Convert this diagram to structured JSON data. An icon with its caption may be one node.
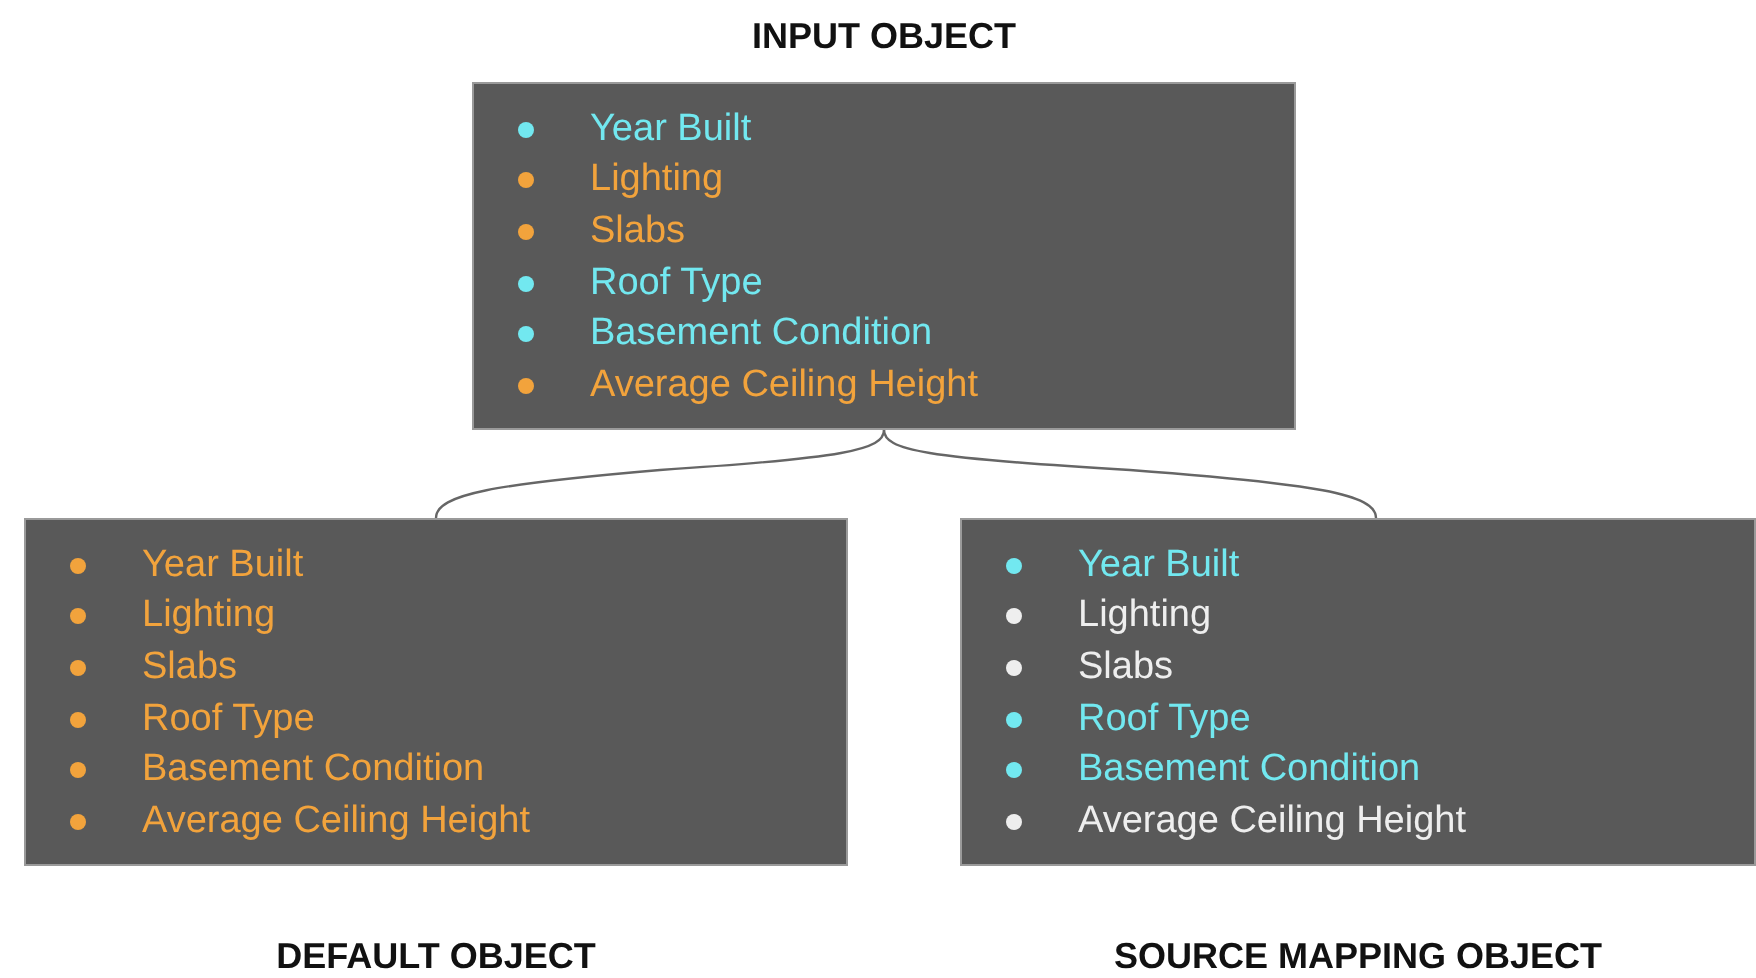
{
  "diagram": {
    "nodes": [
      {
        "text": [
          "INPUT OBJECT",
          "Year Built",
          "Lighting",
          "Slabs",
          "Roof Type",
          "Basement Condition",
          "Average Ceiling Height"
        ]
      },
      {
        "text": [
          "DEFAULT OBJECT",
          "Year Built",
          "Lighting",
          "Slabs",
          "Roof Type",
          "Basement Condition",
          "Average Ceiling Height"
        ]
      },
      {
        "text": [
          "SOURCE MAPPING OBJECT",
          "Year Built",
          "Lighting",
          "Slabs",
          "Roof Type",
          "Basement Condition",
          "Average Ceiling Height"
        ]
      }
    ],
    "edges": [
      {
        "from": 0,
        "to": 1,
        "arrow": "none"
      },
      {
        "from": 0,
        "to": 2,
        "arrow": "none"
      }
    ]
  }
}
